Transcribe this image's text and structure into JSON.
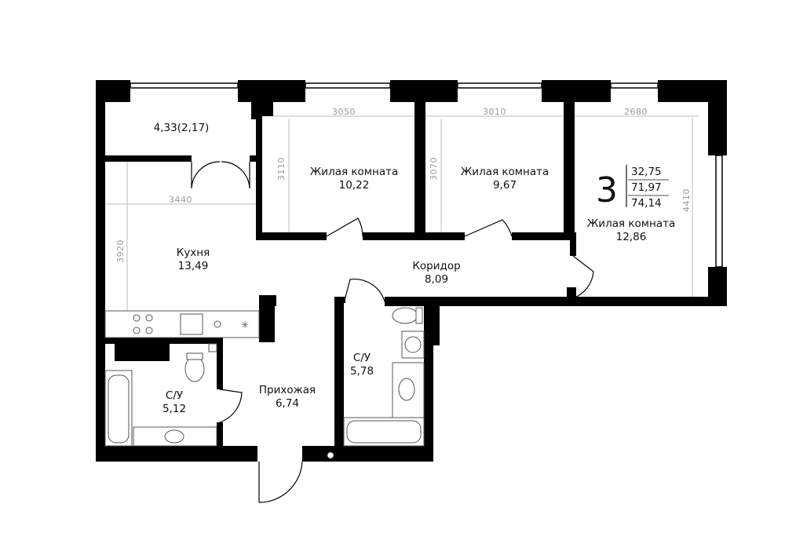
{
  "apartment": {
    "rooms_count": "3",
    "area_living": "32,75",
    "area_total": "71,97",
    "area_with_balcony": "74,14"
  },
  "rooms": {
    "balcony_area": "4,33(2,17)",
    "living1_name": "Жилая комната",
    "living1_area": "10,22",
    "living2_name": "Жилая комната",
    "living2_area": "9,67",
    "living3_name": "Жилая комната",
    "living3_area": "12,86",
    "kitchen_name": "Кухня",
    "kitchen_area": "13,49",
    "corridor_name": "Коридор",
    "corridor_area": "8,09",
    "bath1_name": "С/У",
    "bath1_area": "5,12",
    "bath2_name": "С/У",
    "bath2_area": "5,78",
    "hall_name": "Прихожая",
    "hall_area": "6,74"
  },
  "dimensions": {
    "living1_width": "3050",
    "living1_depth": "3110",
    "living2_width": "3010",
    "living2_depth": "3070",
    "living3_width": "2680",
    "living3_depth": "4410",
    "kitchen_width": "3440",
    "kitchen_depth": "3920"
  }
}
